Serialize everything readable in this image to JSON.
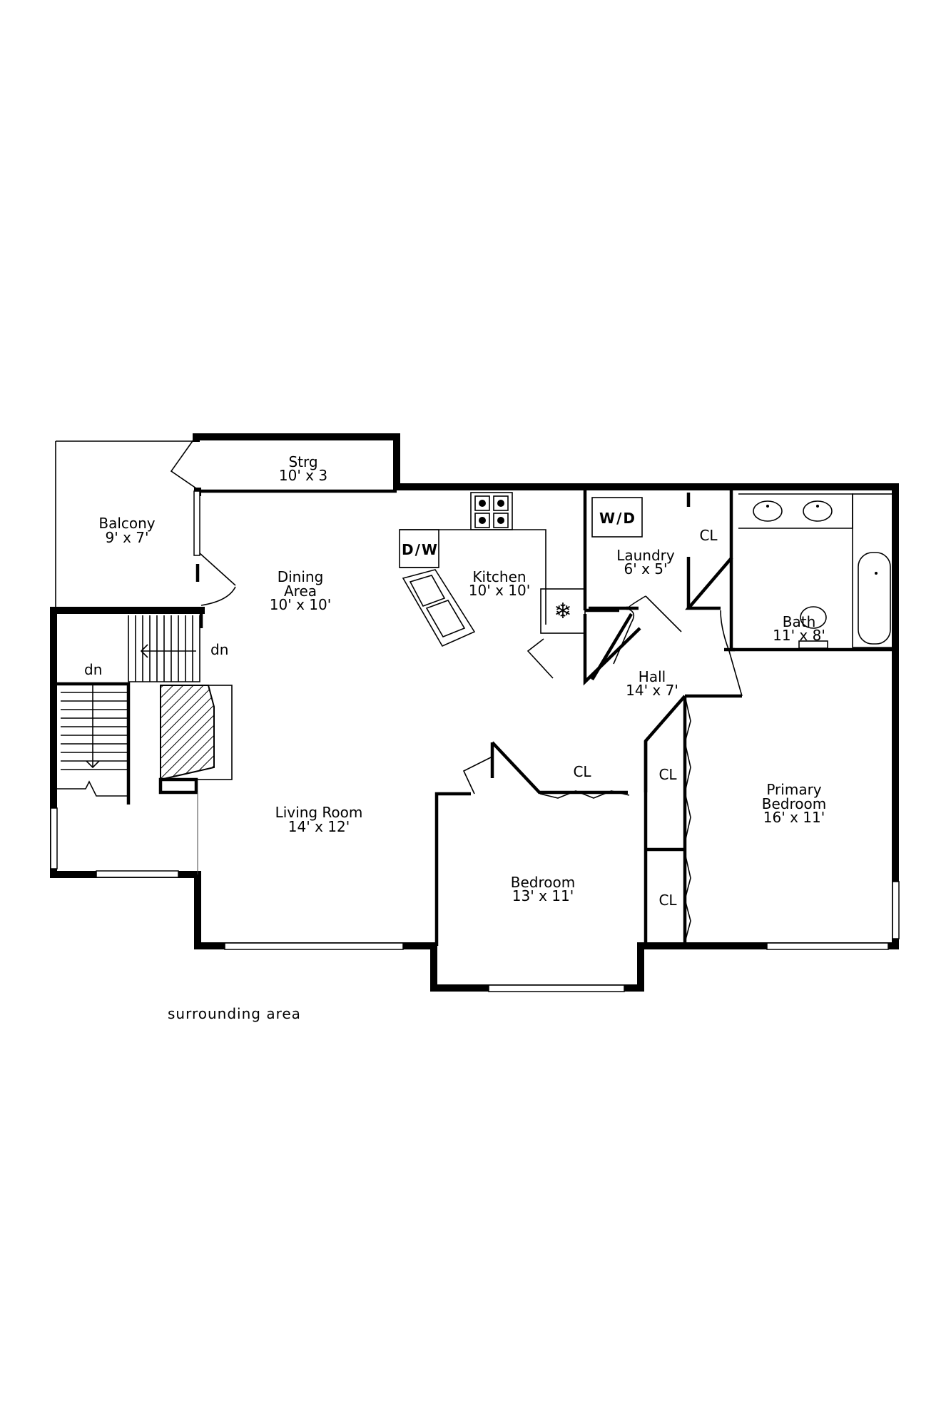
{
  "rooms": {
    "storage": {
      "name": "Strg",
      "size": "10' x 3"
    },
    "balcony": {
      "name": "Balcony",
      "size": "9' x 7'"
    },
    "dining": {
      "name_line1": "Dining",
      "name_line2": "Area",
      "size": "10' x 10'"
    },
    "kitchen": {
      "name": "Kitchen",
      "size": "10' x 10'"
    },
    "laundry": {
      "name": "Laundry",
      "size": "6' x 5'"
    },
    "bath": {
      "name": "Bath",
      "size": "11' x 8'"
    },
    "hall": {
      "name": "Hall",
      "size": "14' x 7'"
    },
    "living": {
      "name": "Living Room",
      "size": "14' x 12'"
    },
    "bedroom": {
      "name": "Bedroom",
      "size": "13' x 11'"
    },
    "primary": {
      "name_line1": "Primary",
      "name_line2": "Bedroom",
      "size": "16' x 11'"
    }
  },
  "fixtures": {
    "washer_dryer": "W/D",
    "dishwasher": "D/W",
    "closet": "CL"
  },
  "stairs": {
    "upper": "dn",
    "lower": "dn"
  },
  "notes": {
    "surrounding": "surrounding area"
  }
}
